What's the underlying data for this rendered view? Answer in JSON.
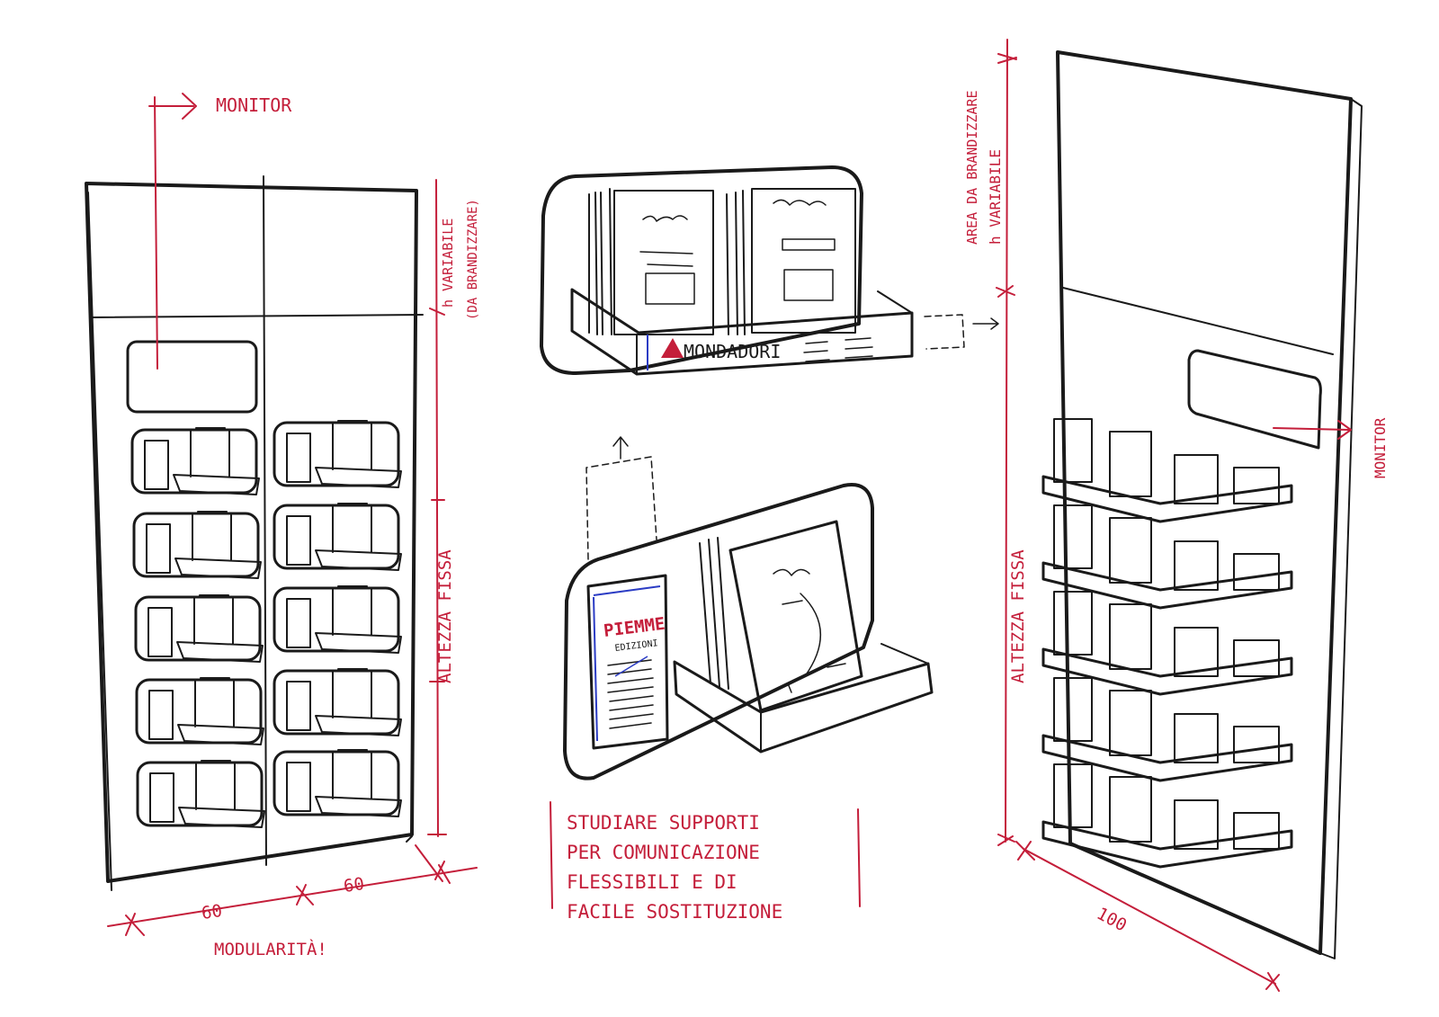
{
  "colors": {
    "ink": "#1a1a1a",
    "annotation_red": "#c41e3a",
    "accent_blue": "#2b3cc4",
    "paper": "#ffffff"
  },
  "left_unit": {
    "monitor_label": "MONITOR",
    "variable_height_label": "h VARIABILE",
    "variable_height_note": "(DA BRANDIZZARE)",
    "fixed_height_label": "ALTEZZA FISSA",
    "width_left": "60",
    "width_right": "60",
    "modularity_label": "MODULARITÀ!"
  },
  "center_detail": {
    "brand_label": "MONDADORI",
    "small_brand_title": "PIEMME",
    "small_brand_subtitle": "EDIZIONI",
    "note_lines": [
      "STUDIARE  SUPPORTI",
      "PER   COMUNICAZIONE",
      "FLESSIBILI   E   DI",
      "FACILE   SOSTITUZIONE"
    ]
  },
  "right_unit": {
    "branding_area_label": "AREA DA BRANDIZZARE",
    "variable_height_label": "h VARIABILE",
    "fixed_height_label": "ALTEZZA FISSA",
    "monitor_label": "MONITOR",
    "width_label": "100"
  }
}
